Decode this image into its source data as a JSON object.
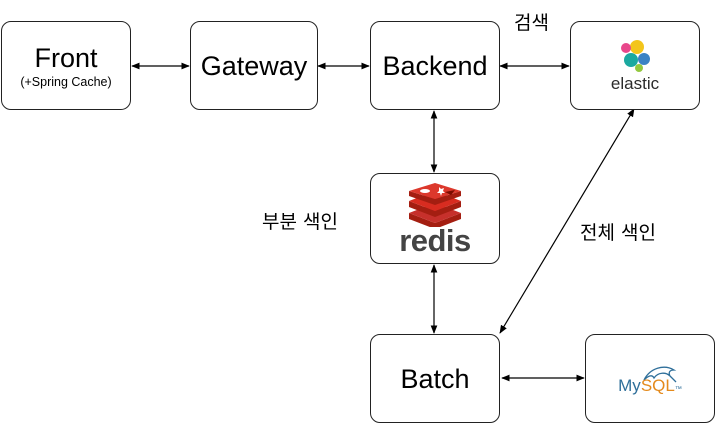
{
  "nodes": {
    "front": {
      "title": "Front",
      "subtitle": "(+Spring Cache)"
    },
    "gateway": {
      "title": "Gateway"
    },
    "backend": {
      "title": "Backend"
    },
    "elastic": {
      "logo_text": "elastic"
    },
    "redis": {
      "logo_text": "redis"
    },
    "batch": {
      "title": "Batch"
    },
    "mysql": {
      "logo_text_main": "My",
      "logo_text_accent": "SQL",
      "logo_suffix": "™"
    }
  },
  "edge_labels": {
    "search": "검색",
    "partial_index": "부분 색인",
    "full_index": "전체 색인"
  },
  "colors": {
    "border": "#222222",
    "elastic_yellow": "#f3c51b",
    "elastic_pink": "#e8478b",
    "elastic_teal": "#1ba9a0",
    "elastic_blue": "#3a82c4",
    "redis_red": "#c6302b",
    "mysql_blue": "#2f6f9a",
    "mysql_orange": "#e48a1c"
  }
}
